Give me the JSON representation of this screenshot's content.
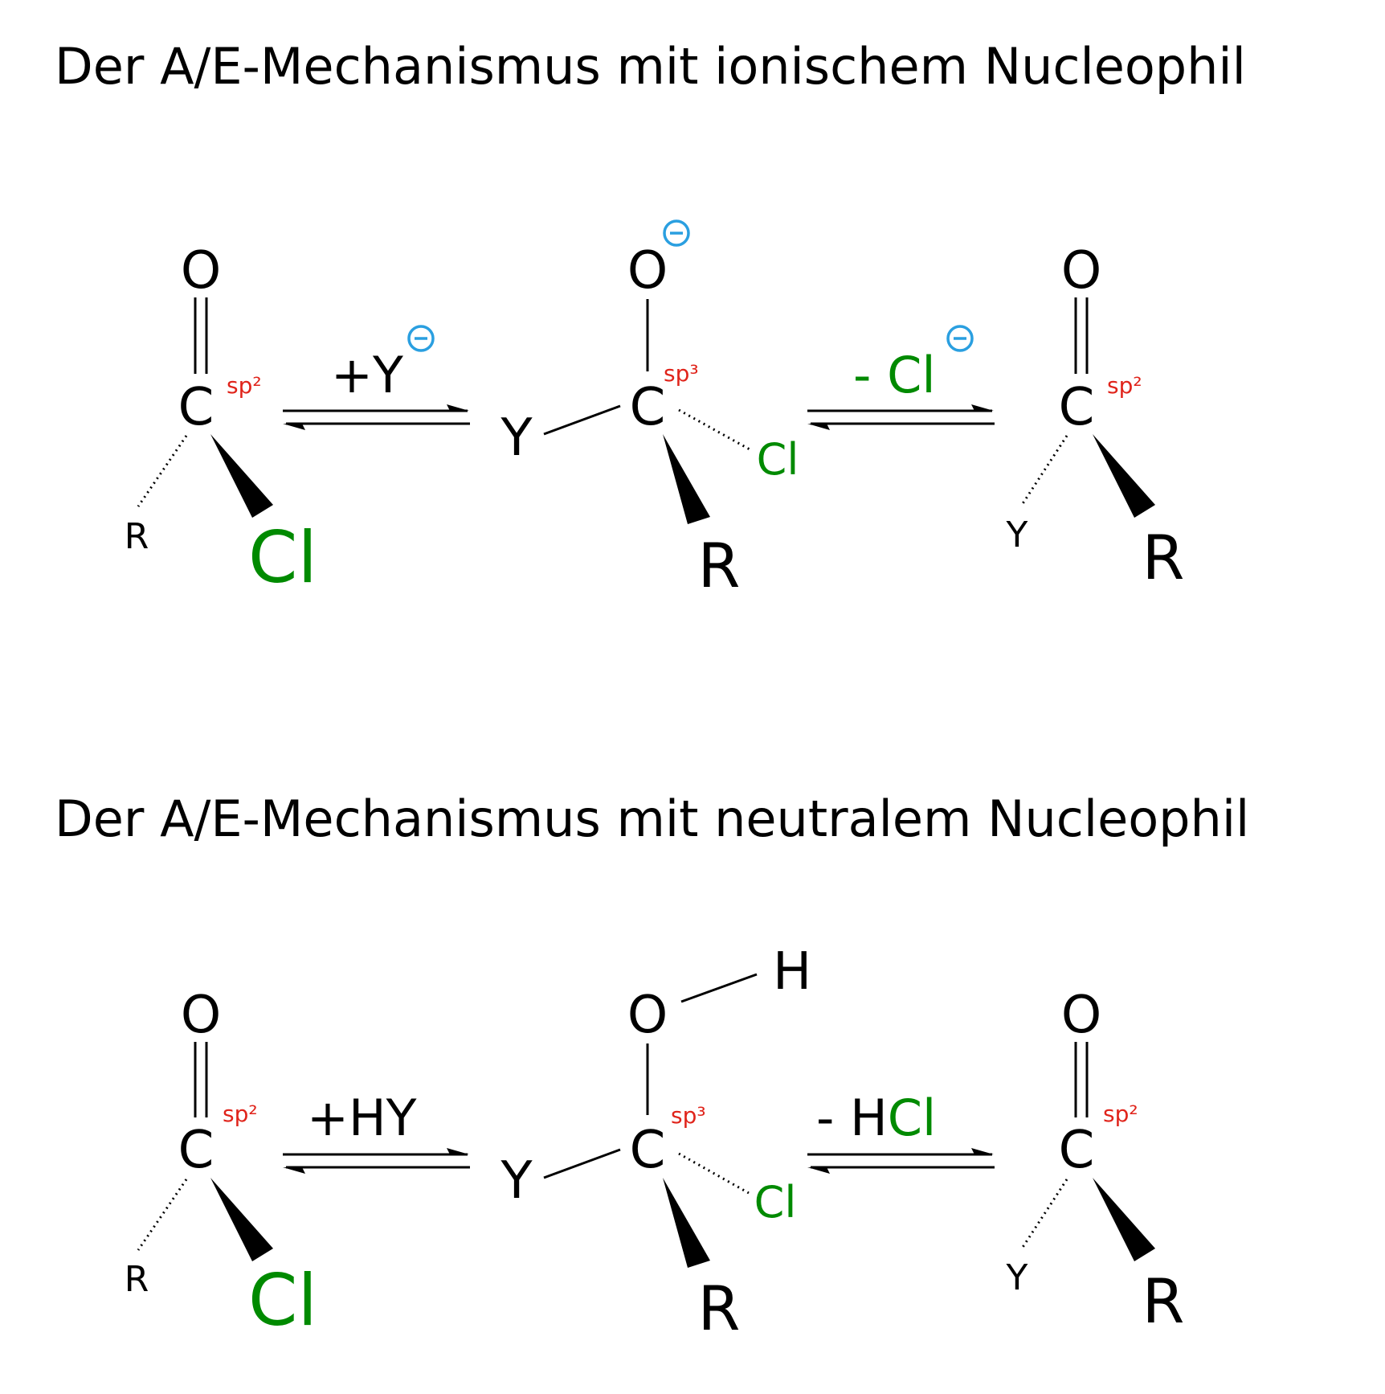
{
  "schemes": [
    {
      "title": "Der A/E-Mechanismus mit ionischem Nucleophil",
      "reactant": {
        "oxygen": "O",
        "carbon": "C",
        "hybridization": "sp²",
        "substituent_back": "R",
        "leaving_group": "Cl"
      },
      "step1_reagent": "+Y",
      "step1_reagent_charge": "negative",
      "intermediate": {
        "oxygen": "O",
        "oxygen_charge": "negative",
        "carbon": "C",
        "hybridization": "sp³",
        "nucleophile": "Y",
        "leaving_group": "Cl",
        "substituent": "R"
      },
      "step2_reagent_prefix": "- ",
      "step2_reagent_main": "Cl",
      "step2_reagent_charge": "negative",
      "product": {
        "oxygen": "O",
        "carbon": "C",
        "hybridization": "sp²",
        "nucleophile": "Y",
        "substituent": "R"
      }
    },
    {
      "title": "Der A/E-Mechanismus mit neutralem Nucleophil",
      "reactant": {
        "oxygen": "O",
        "carbon": "C",
        "hybridization": "sp²",
        "substituent_back": "R",
        "leaving_group": "Cl"
      },
      "step1_reagent": "+HY",
      "intermediate": {
        "oxygen": "O",
        "hydrogen": "H",
        "carbon": "C",
        "hybridization": "sp³",
        "nucleophile": "Y",
        "leaving_group": "Cl",
        "substituent": "R"
      },
      "step2_reagent_prefix": "- H",
      "step2_reagent_main": "Cl",
      "product": {
        "oxygen": "O",
        "carbon": "C",
        "hybridization": "sp²",
        "nucleophile": "Y",
        "substituent": "R"
      }
    }
  ],
  "colors": {
    "chlorine": "#008a00",
    "hybridization": "#e0241b",
    "charge": "#2a9fe0",
    "text": "#000000"
  },
  "icons": {
    "charge": "negative-charge-circle-icon",
    "equilibrium": "equilibrium-arrows-icon"
  }
}
